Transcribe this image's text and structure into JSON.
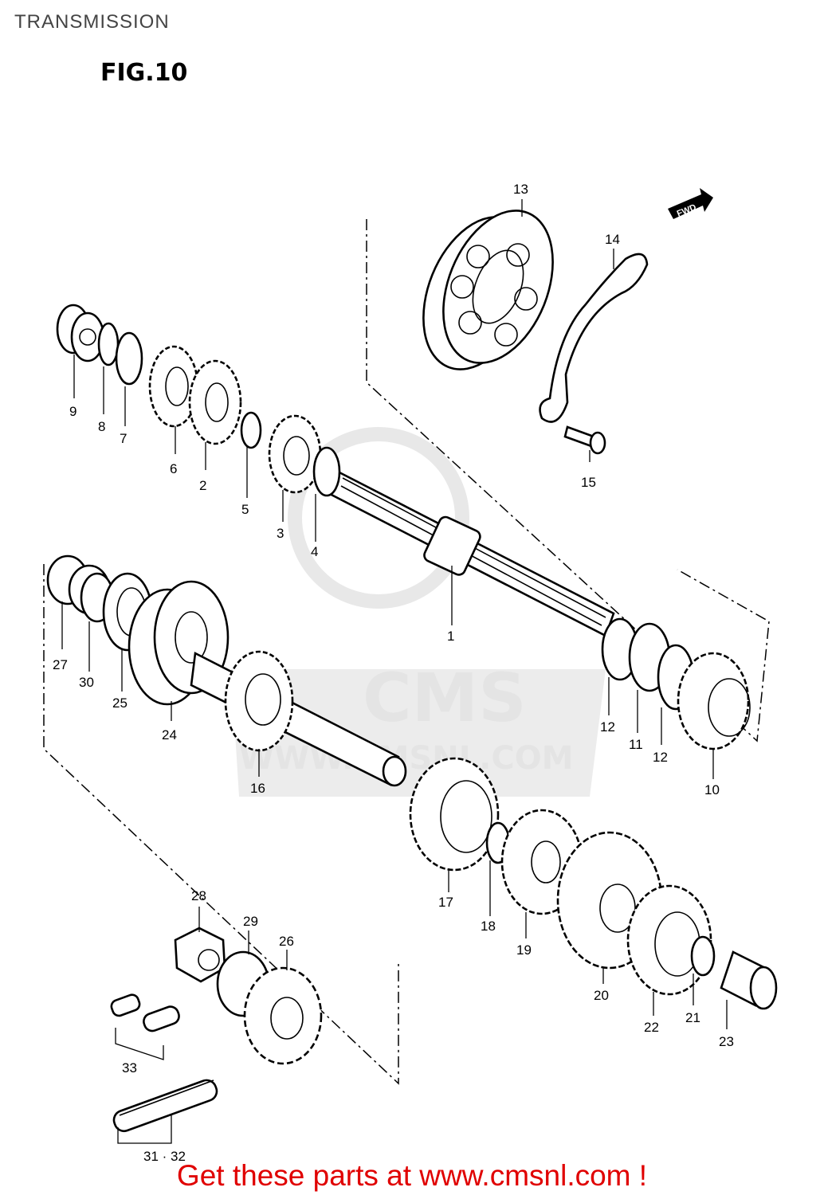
{
  "page": {
    "title": "TRANSMISSION",
    "figure": "FIG.10",
    "fwd_label": "FWD",
    "watermark": {
      "brand": "CMS",
      "url": "WWW.CMSNL.COM"
    },
    "banner": "Get these parts at www.cmsnl.com !",
    "banner_color": "#e00000"
  },
  "callouts": [
    "1",
    "2",
    "3",
    "4",
    "5",
    "6",
    "7",
    "8",
    "9",
    "10",
    "11",
    "12",
    "12",
    "13",
    "14",
    "15",
    "16",
    "17",
    "18",
    "19",
    "20",
    "21",
    "22",
    "23",
    "24",
    "25",
    "26",
    "27",
    "28",
    "29",
    "30",
    "31 · 32",
    "33"
  ]
}
